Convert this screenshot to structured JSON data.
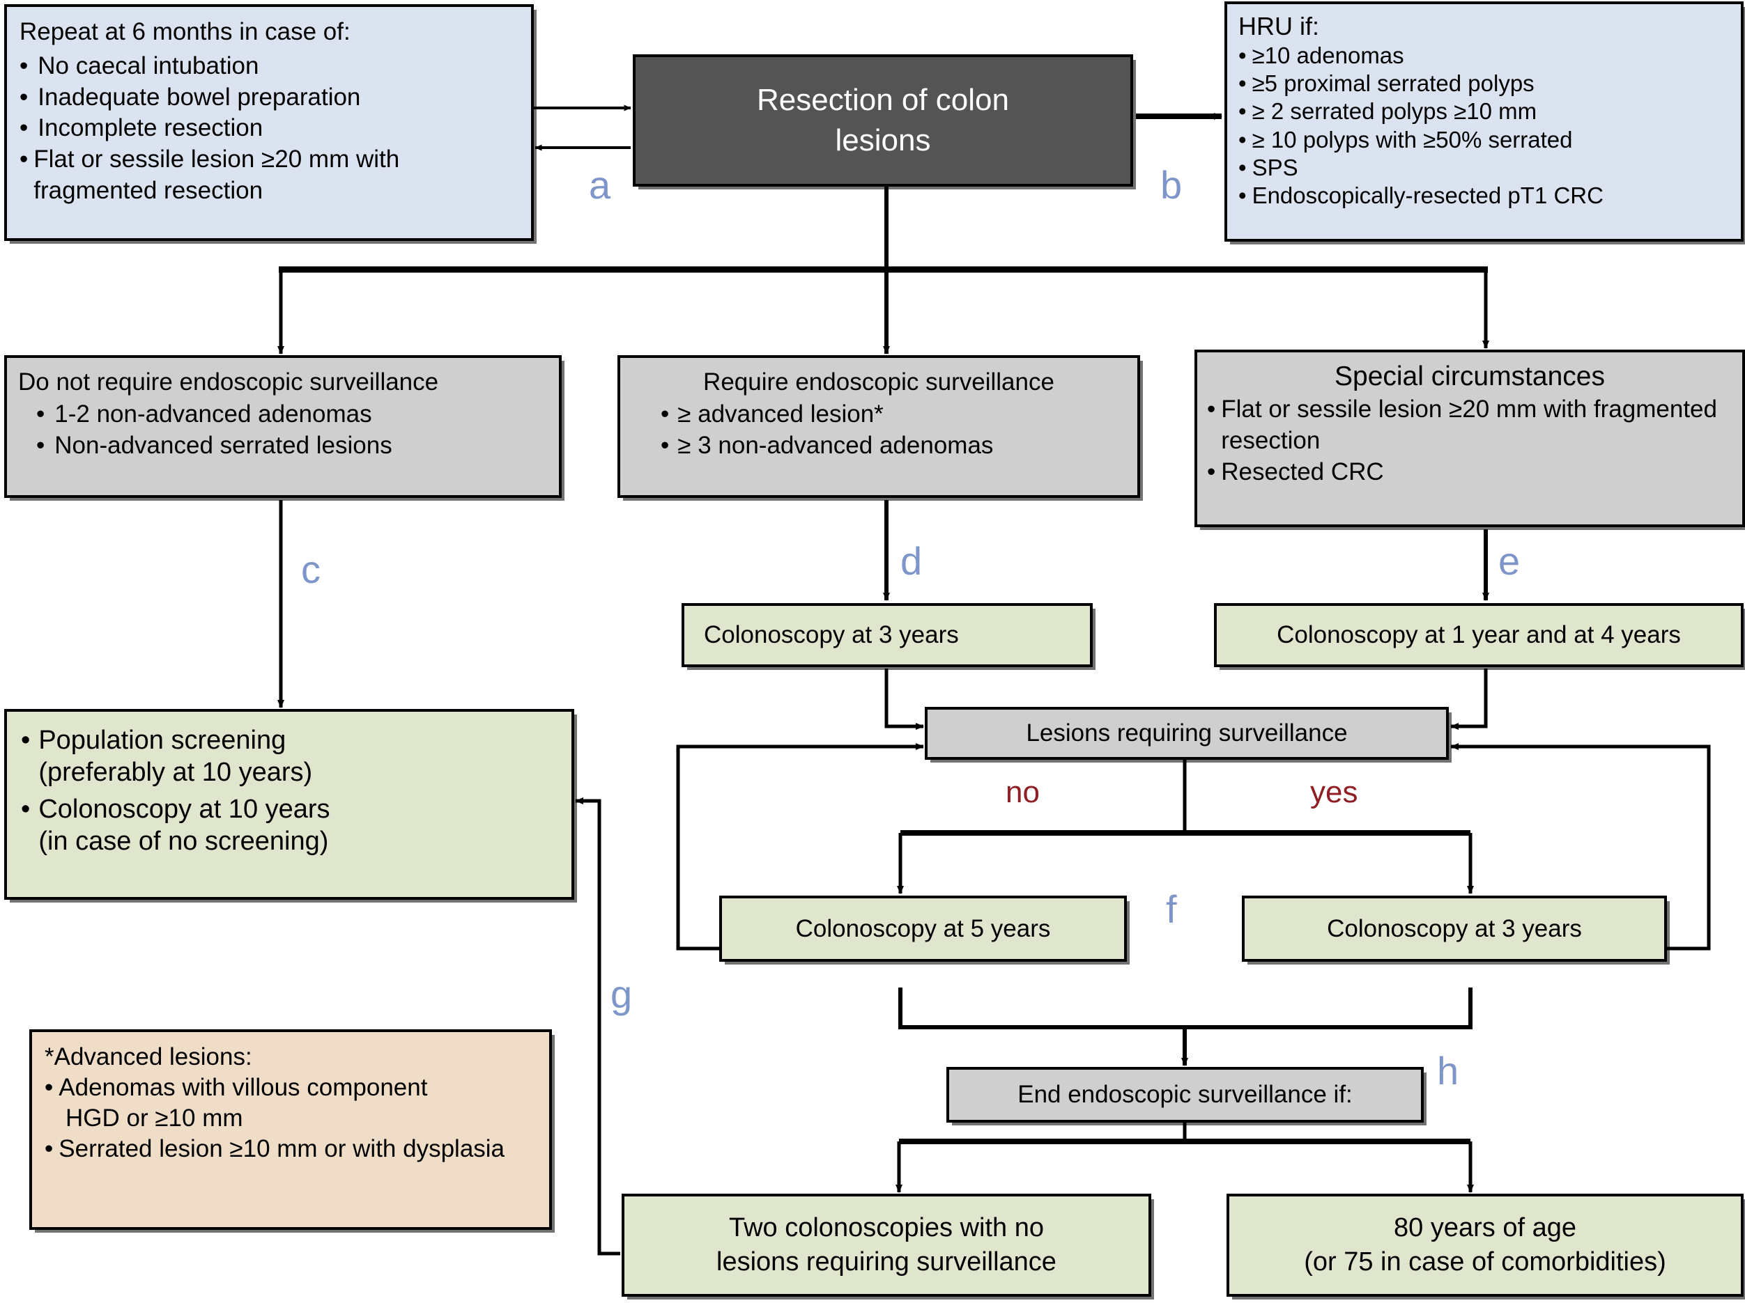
{
  "diagram": {
    "title": "Post-polypectomy colonoscopy surveillance algorithm",
    "accent_letter_color": "#7d95c8",
    "yesno_color": "#8f1f24"
  },
  "boxes": {
    "repeat_6months": {
      "heading": "Repeat at 6 months in case of:",
      "items": [
        "No caecal intubation",
        "Inadequate bowel preparation",
        "Incomplete resection",
        "Flat or sessile lesion ≥20 mm with fragmented resection"
      ],
      "fill": "#dce3f0"
    },
    "resection": {
      "line1": "Resection of colon",
      "line2": "lesions",
      "fill": "#545454"
    },
    "hru": {
      "heading": "HRU if:",
      "items": [
        "≥10 adenomas",
        "≥5 proximal serrated polyps",
        "≥ 2 serrated polyps ≥10 mm",
        "≥ 10 polyps with ≥50% serrated",
        "SPS",
        "Endoscopically-resected pT1 CRC"
      ],
      "fill": "#dce3f0"
    },
    "no_surveillance": {
      "heading": "Do not require endoscopic surveillance",
      "items": [
        "1-2 non-advanced adenomas",
        "Non-advanced serrated lesions"
      ],
      "fill": "#cfcfcf"
    },
    "require_surveillance": {
      "heading": "Require endoscopic surveillance",
      "items": [
        "≥ advanced lesion*",
        "≥ 3 non-advanced adenomas"
      ],
      "fill": "#cfcfcf"
    },
    "special_circumstances": {
      "heading": "Special circumstances",
      "items": [
        "Flat or sessile lesion ≥20 mm with fragmented resection",
        "Resected CRC"
      ],
      "fill": "#cfcfcf"
    },
    "population_screening": {
      "items": [
        "Population screening\n(preferably at 10 years)",
        "Colonoscopy at 10 years\n(in case of no screening)"
      ],
      "fill": "#dfe6cd"
    },
    "colo_3y_top": {
      "label": "Colonoscopy at 3 years",
      "fill": "#dfe6cd"
    },
    "colo_1y_4y": {
      "label": "Colonoscopy at 1 year and at 4 years",
      "fill": "#dfe6cd"
    },
    "lesions_requiring": {
      "label": "Lesions requiring surveillance",
      "fill": "#cfcfcf"
    },
    "colo_5y": {
      "label": "Colonoscopy at 5 years",
      "fill": "#dfe6cd"
    },
    "colo_3y_bottom": {
      "label": "Colonoscopy at 3 years",
      "fill": "#dfe6cd"
    },
    "end_surveillance": {
      "label": "End endoscopic surveillance if:",
      "fill": "#cfcfcf"
    },
    "two_colonoscopies": {
      "line1": "Two colonoscopies with no",
      "line2": "lesions requiring surveillance",
      "fill": "#dfe6cd"
    },
    "age_80": {
      "line1": "80 years of age",
      "line2": "(or 75 in case of comorbidities)",
      "fill": "#dfe6cd"
    },
    "footnote": {
      "heading": "*Advanced lesions:",
      "items": [
        "Adenomas with villous component\n HGD or ≥10 mm",
        "Serrated lesion ≥10 mm or with dysplasia"
      ],
      "fill": "#f0ddc8"
    }
  },
  "edge_labels": {
    "a": "a",
    "b": "b",
    "c": "c",
    "d": "d",
    "e": "e",
    "f": "f",
    "g": "g",
    "h": "h",
    "no": "no",
    "yes": "yes"
  }
}
